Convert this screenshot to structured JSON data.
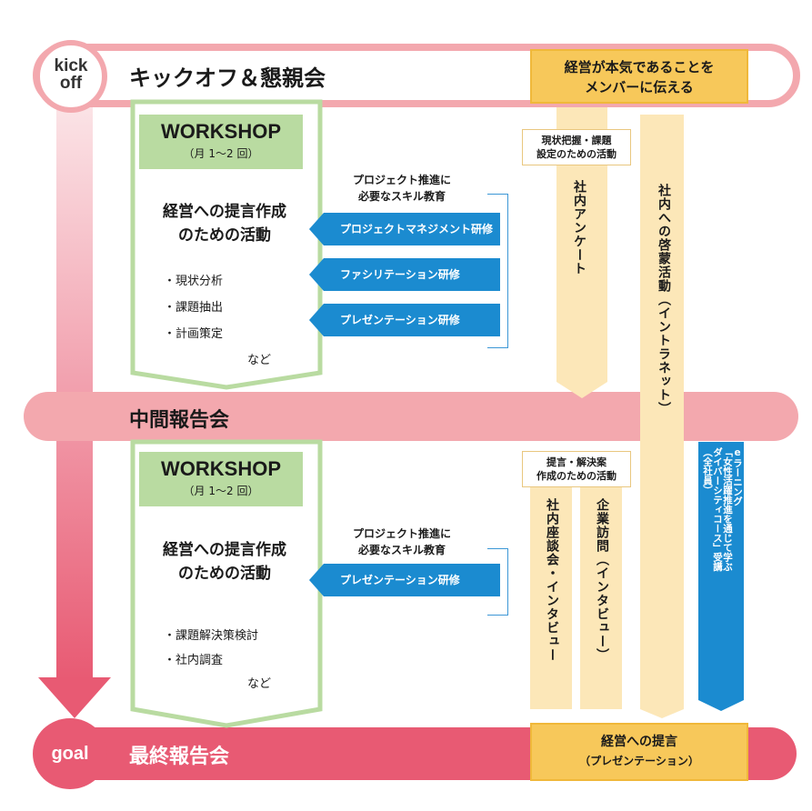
{
  "kickoff": {
    "circle_label": "kick off",
    "circle_line1": "kick",
    "circle_line2": "off",
    "title": "キックオフ＆懇親会",
    "message_line1": "経営が本気であることを",
    "message_line2": "メンバーに伝える"
  },
  "workshop1": {
    "title": "WORKSHOP",
    "subtitle": "（月 1～2 回）",
    "activity_line1": "経営への提言作成",
    "activity_line2": "のための活動",
    "bullets": [
      "・現状分析",
      "・課題抽出",
      "・計画策定"
    ],
    "etc": "など",
    "education_line1": "プロジェクト推進に",
    "education_line2": "必要なスキル教育",
    "trainings": [
      "プロジェクトマネジメント研修",
      "ファシリテーション研修",
      "プレゼンテーション研修"
    ]
  },
  "midterm": {
    "title": "中間報告会"
  },
  "workshop2": {
    "title": "WORKSHOP",
    "subtitle": "（月 1～2 回）",
    "activity_line1": "経営への提言作成",
    "activity_line2": "のための活動",
    "bullets": [
      "・課題解決策検討",
      "・社内調査"
    ],
    "etc": "など",
    "education_line1": "プロジェクト推進に",
    "education_line2": "必要なスキル教育",
    "trainings": [
      "プレゼンテーション研修"
    ]
  },
  "research": {
    "header_line1": "現状把握・課題",
    "header_line2": "設定のための活動",
    "survey": "社内アンケート"
  },
  "intranet": {
    "label": "社内への啓蒙活動（イントラネット）"
  },
  "proposal": {
    "header_line1": "提言・解決案",
    "header_line2": "作成のための活動",
    "roundtable": "社内座談会・インタビュー",
    "company_visit": "企業訪問（インタビュー）"
  },
  "elearning": {
    "line1": "eラーニング",
    "line2": "「女性活躍推進を通じて学ぶ",
    "line3": "ダイバーシティコース」受講",
    "line4": "（全社員）"
  },
  "goal": {
    "circle_label": "goal",
    "title": "最終報告会",
    "message_line1": "経営への提言",
    "message_line2": "（プレゼンテーション）"
  },
  "colors": {
    "pink_light": "#f3a8ae",
    "pink_dark": "#e85a73",
    "green": "#b9dba1",
    "blue": "#1b8bd0",
    "yellow": "#f7c85a",
    "cream": "#fce7b8"
  }
}
